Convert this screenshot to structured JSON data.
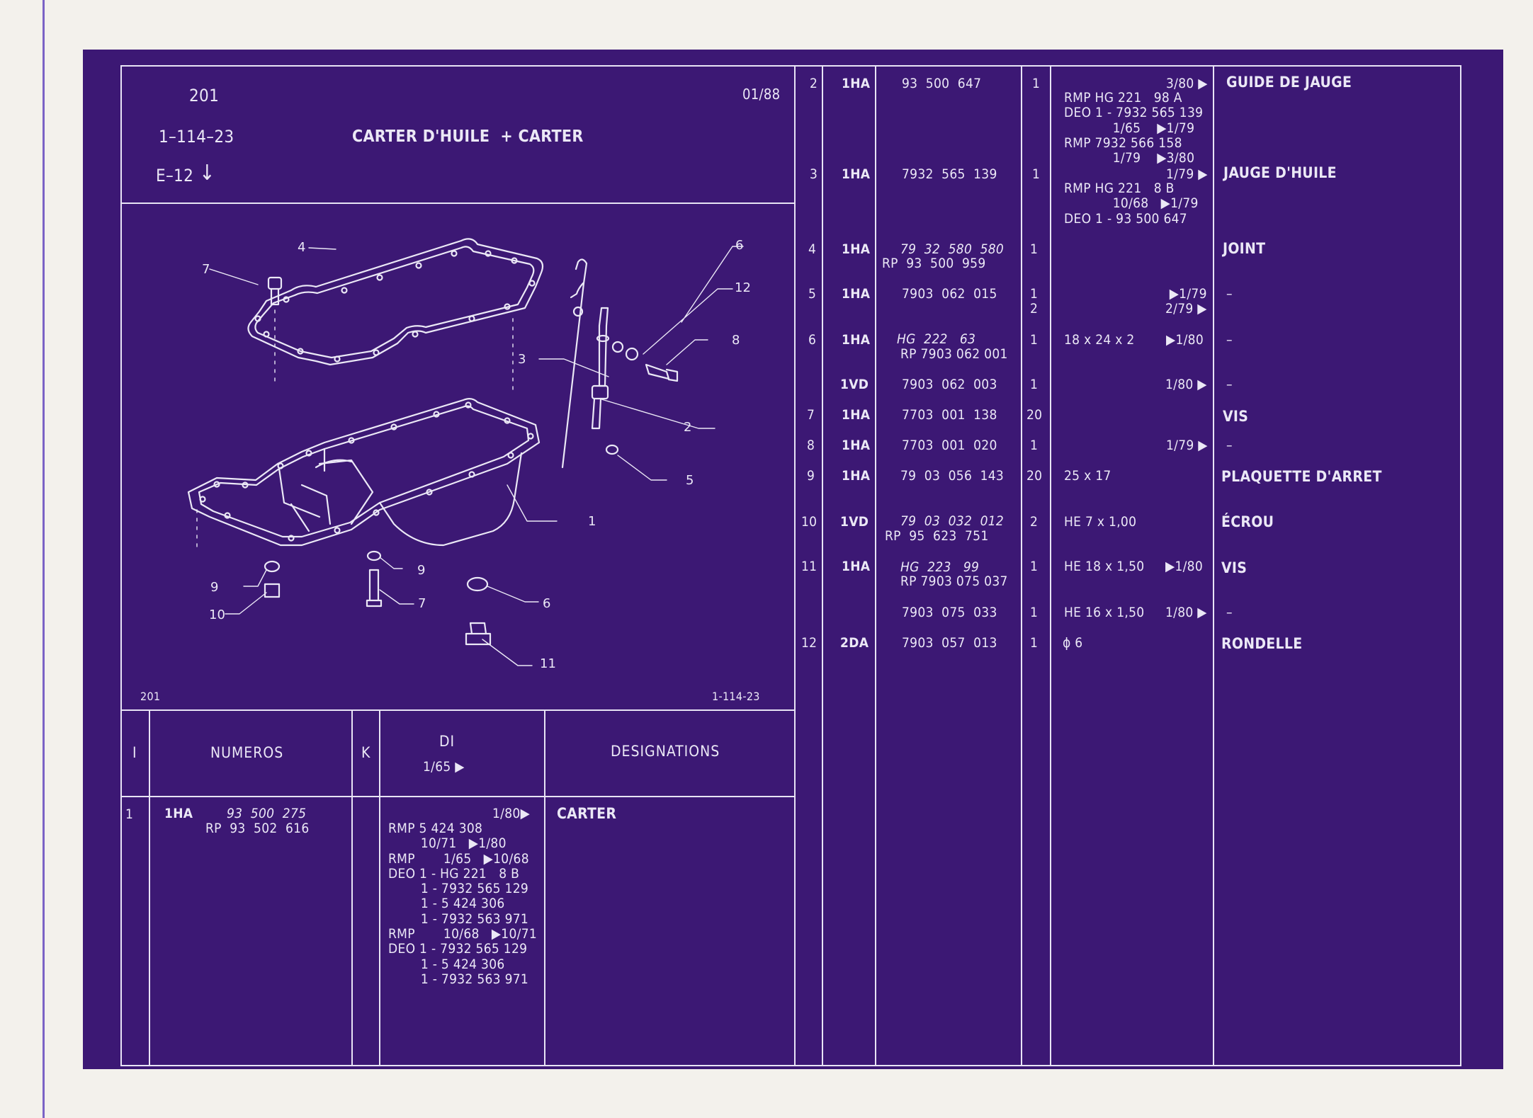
{
  "header": {
    "page_number": "201",
    "reference": "1–114–23",
    "sub_ref": "E–12",
    "sub_ref_arrow": "↓",
    "title": "CARTER D'HUILE  + CARTER",
    "date": "01/88"
  },
  "drawing": {
    "caption_left": "201",
    "caption_right": "1-114-23",
    "callouts": [
      "4",
      "7",
      "6",
      "12",
      "8",
      "3",
      "2",
      "5",
      "1",
      "9",
      "9",
      "10",
      "7",
      "6",
      "11"
    ]
  },
  "table_header": {
    "col_i": "I",
    "col_numeros": "NUMEROS",
    "col_k": "K",
    "col_di": "DI",
    "col_di_sub": "1/65 ▶",
    "col_designations": "DESIGNATIONS"
  },
  "left_rows": [
    {
      "i": "1",
      "code": "1HA",
      "numero": "93  500  275",
      "numero_rp": "RP  93  502  616",
      "k": "",
      "di": "1/80▶",
      "notes": "RMP 5 424 308\n        10/71   ▶1/80\nRMP       1/65   ▶10/68\nDEO 1 - HG 221   8 B\n        1 - 7932 565 129\n        1 - 5 424 306\n        1 - 7932 563 971\nRMP       10/68   ▶10/71\nDEO 1 - 7932 565 129\n        1 - 5 424 306\n        1 - 7932 563 971",
      "designation": "CARTER"
    }
  ],
  "right_rows": [
    {
      "i": "2",
      "code": "1HA",
      "numero": "93  500  647",
      "rp": "",
      "k": "1",
      "di": "3/80 ▶",
      "notes": "RMP HG 221   98 A\nDEO 1 - 7932 565 139\n            1/65    ▶1/79\nRMP 7932 566 158\n            1/79    ▶3/80",
      "designation": "GUIDE DE JAUGE"
    },
    {
      "i": "3",
      "code": "1HA",
      "numero": "7932  565  139",
      "rp": "",
      "k": "1",
      "di": "1/79 ▶",
      "notes": "RMP HG 221   8 B\n            10/68   ▶1/79\nDEO 1 - 93 500 647",
      "designation": "JAUGE D'HUILE"
    },
    {
      "i": "4",
      "code": "1HA",
      "numero": "79  32  580  580",
      "rp": "RP  93  500  959",
      "k": "1",
      "di": "",
      "notes": "",
      "designation": "JOINT"
    },
    {
      "i": "5",
      "code": "1HA",
      "numero": "7903  062  015",
      "rp": "",
      "k": "1\n2",
      "di": "▶1/79\n2/79 ▶",
      "notes": "",
      "designation": "–"
    },
    {
      "i": "6",
      "code": "1HA",
      "numero": "HG  222   63",
      "rp": "RP 7903 062 001",
      "k": "1",
      "di": "▶1/80",
      "notes": "18 x 24 x 2",
      "designation": "–"
    },
    {
      "i": "",
      "code": "1VD",
      "numero": "7903  062  003",
      "rp": "",
      "k": "1",
      "di": "1/80 ▶",
      "notes": "",
      "designation": "–"
    },
    {
      "i": "7",
      "code": "1HA",
      "numero": "7703  001  138",
      "rp": "",
      "k": "20",
      "di": "",
      "notes": "",
      "designation": "VIS"
    },
    {
      "i": "8",
      "code": "1HA",
      "numero": "7703  001  020",
      "rp": "",
      "k": "1",
      "di": "1/79 ▶",
      "notes": "",
      "designation": "–"
    },
    {
      "i": "9",
      "code": "1HA",
      "numero": "79  03  056  143",
      "rp": "",
      "k": "20",
      "di": "",
      "notes": "25 x 17",
      "designation": "PLAQUETTE D'ARRET"
    },
    {
      "i": "10",
      "code": "1VD",
      "numero": "79  03  032  012",
      "rp": "RP  95  623  751",
      "k": "2",
      "di": "",
      "notes": "HE 7 x 1,00",
      "designation": "ÉCROU"
    },
    {
      "i": "11",
      "code": "1HA",
      "numero": "HG  223   99",
      "rp": "RP 7903 075 037",
      "k": "1",
      "di": "▶1/80",
      "notes": "HE 18 x 1,50",
      "designation": "VIS"
    },
    {
      "i": "",
      "code": "",
      "numero": "7903  075  033",
      "rp": "",
      "k": "1",
      "di": "1/80 ▶",
      "notes": "HE 16 x 1,50",
      "designation": "–"
    },
    {
      "i": "12",
      "code": "2DA",
      "numero": "7903  057  013",
      "rp": "",
      "k": "1",
      "di": "",
      "notes": "ϕ 6",
      "designation": "RONDELLE"
    }
  ],
  "colors": {
    "background": "#f3f1ec",
    "sheet": "#3c1874",
    "ink": "#ebe8f6"
  }
}
